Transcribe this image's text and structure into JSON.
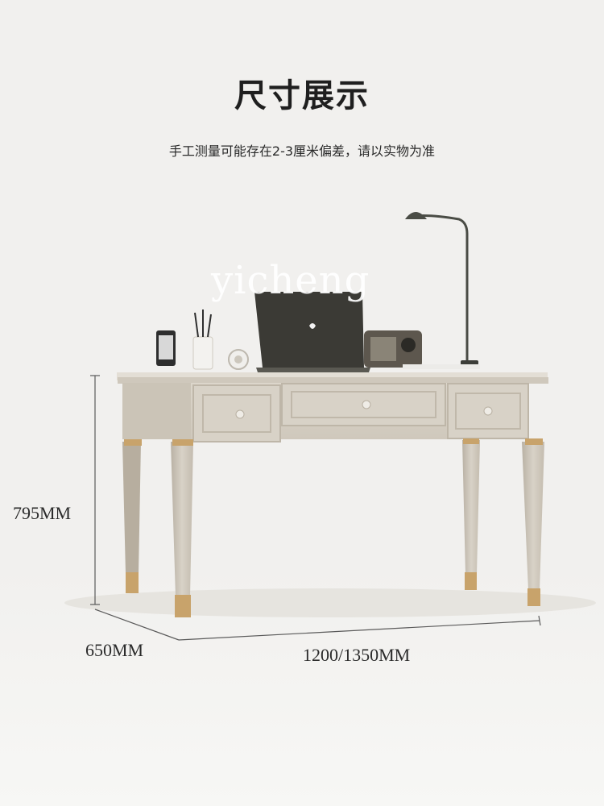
{
  "title": "尺寸展示",
  "subtitle": "手工测量可能存在2-3厘米偏差，请以实物为准",
  "watermark": "yicheng",
  "dimensions": {
    "height": "795MM",
    "depth": "650MM",
    "width": "1200/1350MM"
  },
  "colors": {
    "background": "#f1f0ee",
    "desk": "#d9d3c8",
    "desk_shadow": "#bdb5a8",
    "gold": "#c8a36b",
    "laptop": "#3b3a35",
    "lamp": "#4a4c45"
  },
  "icons": {
    "laptop_logo": "apple-logo-icon"
  }
}
